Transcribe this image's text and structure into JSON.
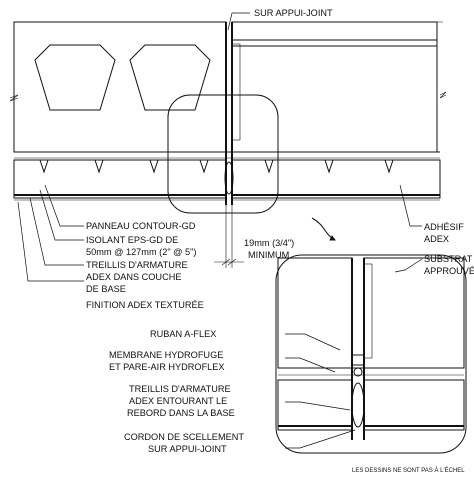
{
  "labels": {
    "sur_appui_joint_top": "SUR APPUI-JOINT",
    "panneau_contour": "PANNEAU CONTOUR-GD",
    "isolant_line1": "ISOLANT EPS-GD DE",
    "isolant_line2": "50mm @ 127mm (2\" @ 5\")",
    "treillis_line1": "TREILLIS D'ARMATURE",
    "treillis_line2": "ADEX DANS COUCHE",
    "treillis_line3": "DE BASE",
    "finition": "FINITION ADEX TEXTURÉE",
    "dim_line1": "19mm (3/4\")",
    "dim_line2": "MINIMUM",
    "adhesif_line1": "ADHÉSIF",
    "adhesif_line2": "ADEX",
    "substrat_line1": "SUBSTRAT",
    "substrat_line2": "APPROUVÉ",
    "ruban": "RUBAN A-FLEX",
    "membrane_line1": "MEMBRANE HYDROFUGE",
    "membrane_line2": "ET PARE-AIR HYDROFLEX",
    "treillis2_line1": "TREILLIS D'ARMATURE",
    "treillis2_line2": "ADEX ENTOURANT LE",
    "treillis2_line3": "REBORD DANS LA BASE",
    "cordon_line1": "CORDON DE SCELLEMENT",
    "cordon_line2": "SUR APPUI-JOINT",
    "footer_note": "LES DESSINS NE SONT PAS À L'ÉCHEL"
  }
}
